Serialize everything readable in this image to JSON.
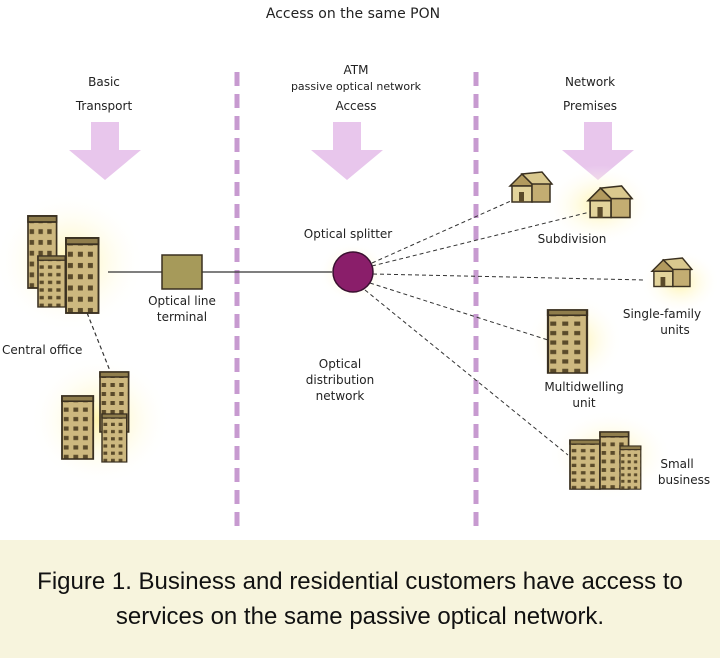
{
  "figure": {
    "heading": "Access on the same PON",
    "columns": {
      "left": {
        "title": "Basic",
        "subtitle": "Transport"
      },
      "middle": {
        "title": "ATM",
        "title2": "passive optical network",
        "subtitle": "Access"
      },
      "right": {
        "title": "Network",
        "subtitle": "Premises"
      }
    },
    "labels": {
      "central_office": "Central office",
      "olt_line1": "Optical line",
      "olt_line2": "terminal",
      "splitter": "Optical splitter",
      "odn_line1": "Optical",
      "odn_line2": "distribution",
      "odn_line3": "network",
      "subdivision": "Subdivision",
      "single_family_1": "Single-family",
      "single_family_2": "units",
      "multidwelling_1": "Multidwelling",
      "multidwelling_2": "unit",
      "small_business_1": "Small",
      "small_business_2": "business"
    },
    "colors": {
      "divider": "#c79ad0",
      "arrow": "#e8c6ec",
      "splitter": "#8a1e6a",
      "olt_box": "#a69a5a",
      "building": "#c9b37a",
      "glow": "#fff6b8",
      "caption_bg": "#f7f4dd"
    },
    "icons": [
      "office-building-icon",
      "house-icon",
      "down-arrow-icon"
    ]
  },
  "caption": "Figure 1. Business and residential customers have access to services on the same passive optical network."
}
